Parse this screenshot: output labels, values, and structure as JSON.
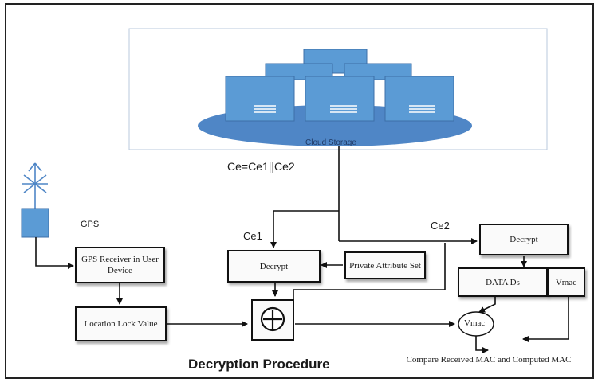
{
  "cloud": {
    "label": "Cloud Storage"
  },
  "labels": {
    "ce_main": "Ce=Ce1||Ce2",
    "ce1": "Ce1",
    "ce2": "Ce2",
    "gps": "GPS"
  },
  "boxes": {
    "gps_receiver": "GPS Receiver in User Device",
    "location_lock": "Location Lock Value",
    "decrypt_left": "Decrypt",
    "private_attr": "Private Attribute Set",
    "decrypt_right": "Decrypt",
    "data_ds": "DATA Ds",
    "vmac_box": "Vmac"
  },
  "vmac_circle": "Vmac",
  "title": "Decryption Procedure",
  "compare_text": "Compare Received MAC and Computed MAC",
  "colors": {
    "server_fill": "#5b9bd5",
    "server_stroke": "#3d6fa8",
    "cloud_fill": "#4f86c6",
    "gps_fill": "#5b9bd5"
  }
}
